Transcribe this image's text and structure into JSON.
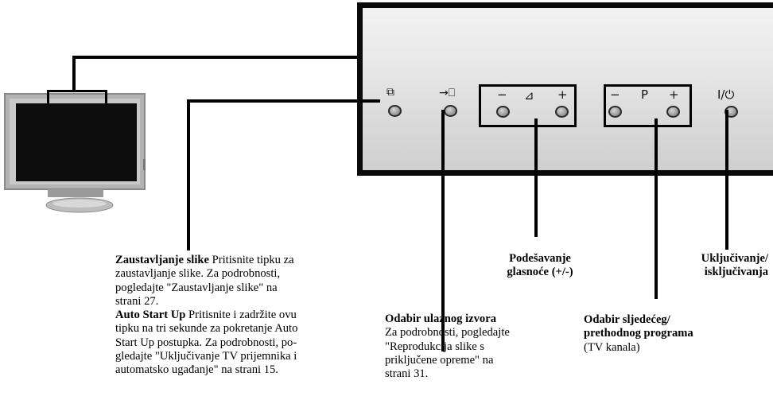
{
  "panel": {
    "freeze_glyph": "⧉",
    "input_glyph": "→⎕",
    "vol_minus": "−",
    "vol_icon": "⊿",
    "vol_plus": "+",
    "prog_minus": "−",
    "prog_label": "P",
    "prog_plus": "+",
    "power_glyph": "I/⏻"
  },
  "labels": {
    "freeze": {
      "title": "Zaustavljanje slike",
      "lines": [
        " Pritisnite tipku za",
        "zaustavljanje slike. Za podrobnosti,",
        "pogledajte \"Zaustavljanje slike\" na",
        "strani 27."
      ],
      "title2": "Auto Start Up",
      "lines2": [
        " Pritisnite i zadržite ovu",
        "tipku na tri sekunde za pokretanje Auto",
        "Start Up postupka. Za podrobnosti, po-",
        "gledajte \"Uključivanje TV prijemnika i",
        "automatsko ugađanje\" na strani 15."
      ]
    },
    "input": {
      "title": "Odabir ulaznog izvora",
      "lines": [
        "Za podrobnosti, pogledajte",
        "\"Reprodukcija slike s",
        "priključene opreme\" na",
        "strani 31."
      ]
    },
    "volume": {
      "line1": "Podešavanje",
      "line2": "glasnoće (+/-)"
    },
    "program": {
      "line1": "Odabir sljedećeg/",
      "line2": "prethodnog programa",
      "line3": "(TV kanala)"
    },
    "power": {
      "line1": "Uključivanje/",
      "line2": "isključivanja"
    }
  }
}
